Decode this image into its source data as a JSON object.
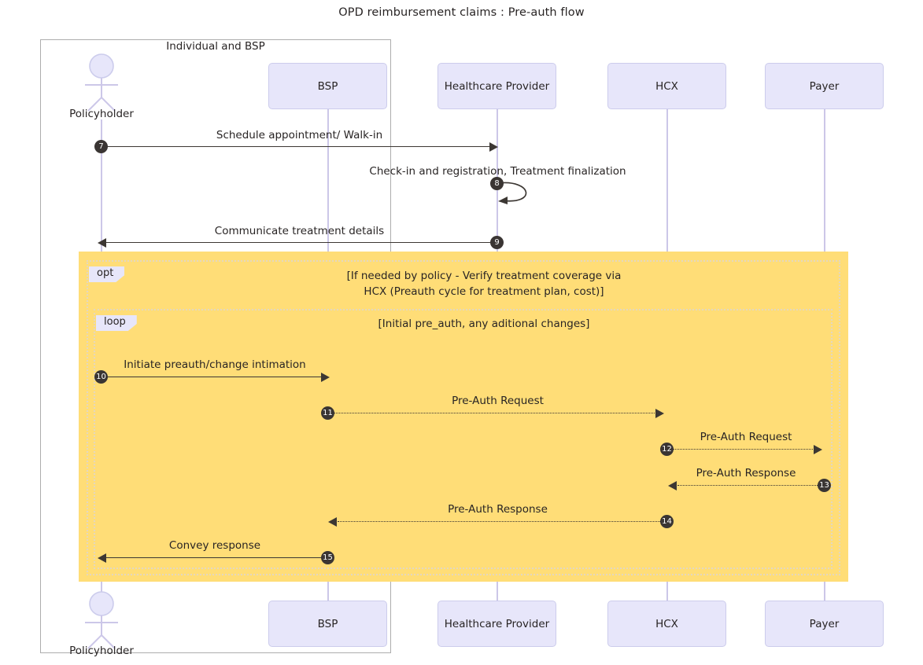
{
  "title": "OPD reimbursement claims : Pre-auth flow",
  "group": {
    "label": "Individual and BSP"
  },
  "participants": [
    {
      "id": "policyholder",
      "label": "Policyholder",
      "type": "actor"
    },
    {
      "id": "bsp",
      "label": "BSP",
      "type": "box"
    },
    {
      "id": "provider",
      "label": "Healthcare Provider",
      "type": "box"
    },
    {
      "id": "hcx",
      "label": "HCX",
      "type": "box"
    },
    {
      "id": "payer",
      "label": "Payer",
      "type": "box"
    }
  ],
  "fragments": [
    {
      "id": "opt",
      "tag": "opt",
      "guard_line1": "[If needed by policy - Verify treatment coverage via",
      "guard_line2": "HCX (Preauth cycle for treatment plan, cost)]"
    },
    {
      "id": "loop",
      "tag": "loop",
      "guard_line1": "[Initial pre_auth, any aditional changes]"
    }
  ],
  "messages": [
    {
      "seq": "7",
      "label": "Schedule appointment/ Walk-in",
      "from": "policyholder",
      "to": "provider",
      "style": "solid"
    },
    {
      "seq": "8",
      "label": "Check-in and registration, Treatment finalization",
      "from": "provider",
      "to": "provider",
      "style": "solid"
    },
    {
      "seq": "9",
      "label": "Communicate treatment details",
      "from": "provider",
      "to": "policyholder",
      "style": "solid"
    },
    {
      "seq": "10",
      "label": "Initiate preauth/change intimation",
      "from": "policyholder",
      "to": "bsp",
      "style": "solid"
    },
    {
      "seq": "11",
      "label": "Pre-Auth Request",
      "from": "bsp",
      "to": "hcx",
      "style": "dotted"
    },
    {
      "seq": "12",
      "label": "Pre-Auth Request",
      "from": "hcx",
      "to": "payer",
      "style": "dotted"
    },
    {
      "seq": "13",
      "label": "Pre-Auth Response",
      "from": "payer",
      "to": "hcx",
      "style": "dotted"
    },
    {
      "seq": "14",
      "label": "Pre-Auth Response",
      "from": "hcx",
      "to": "bsp",
      "style": "dotted"
    },
    {
      "seq": "15",
      "label": "Convey response",
      "from": "bsp",
      "to": "policyholder",
      "style": "solid"
    }
  ],
  "colors": {
    "participant_fill": "#e7e6fa",
    "participant_stroke": "#ccccec",
    "lifeline": "#ccc7e8",
    "fragment_fill": "#ffdd77",
    "fragment_border": "#e3d7c0",
    "arrow": "#3c3733",
    "badge": "#3a3533",
    "text": "#282424",
    "group_border": "#adadad"
  }
}
